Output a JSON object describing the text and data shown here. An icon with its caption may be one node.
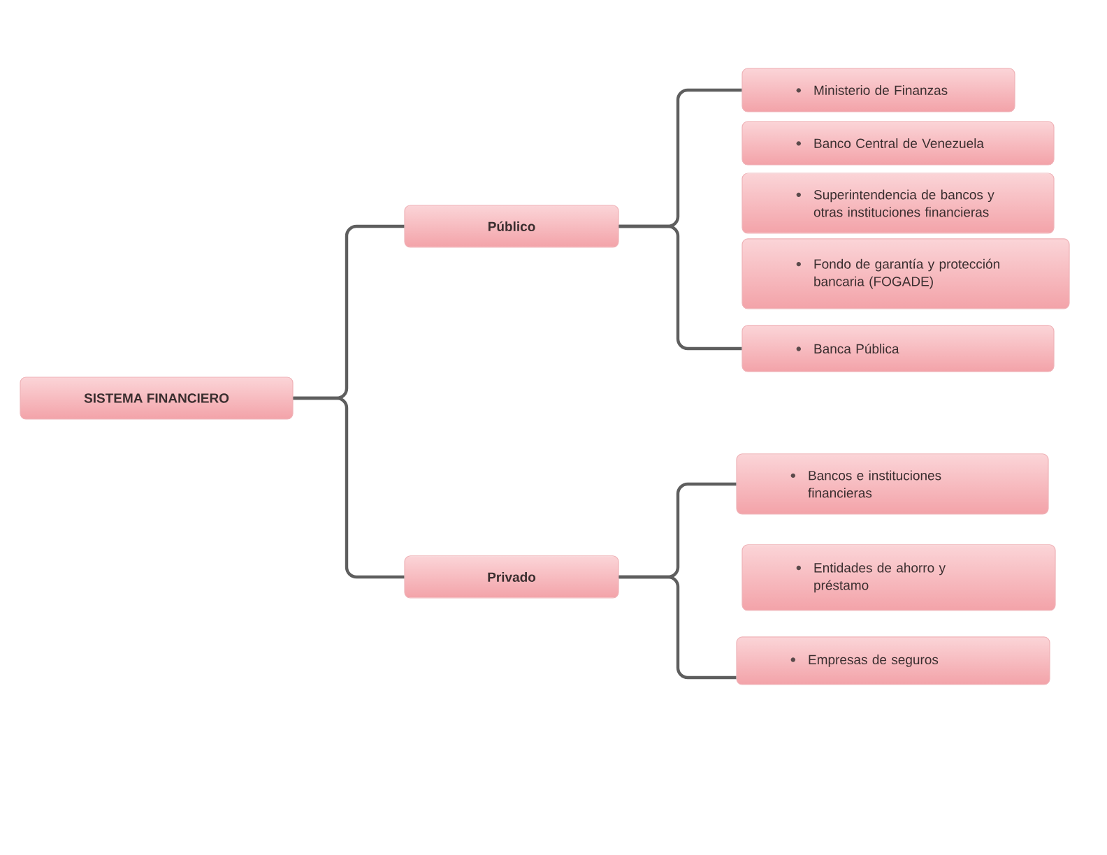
{
  "diagram": {
    "nodes": [
      {
        "text": [
          "SISTEMA FINANCIERO"
        ]
      },
      {
        "text": [
          "Público"
        ]
      },
      {
        "text": [
          "Privado"
        ]
      },
      {
        "text": [
          "Ministerio de Finanzas"
        ]
      },
      {
        "text": [
          "Banco Central de Venezuela"
        ]
      },
      {
        "text": [
          "Superintendencia de bancos y otras instituciones financieras"
        ]
      },
      {
        "text": [
          "Fondo de garantía y protección bancaria (FOGADE)"
        ]
      },
      {
        "text": [
          "Banca Pública"
        ]
      },
      {
        "text": [
          "Bancos e instituciones financieras"
        ]
      },
      {
        "text": [
          "Entidades de ahorro y préstamo"
        ]
      },
      {
        "text": [
          "Empresas de seguros"
        ]
      }
    ],
    "edges": [
      {
        "from": 0,
        "to": 1,
        "arrow": "none"
      },
      {
        "from": 0,
        "to": 2,
        "arrow": "none"
      },
      {
        "from": 1,
        "to": 3,
        "arrow": "none"
      },
      {
        "from": 1,
        "to": 7,
        "arrow": "none"
      },
      {
        "from": 2,
        "to": 8,
        "arrow": "none"
      },
      {
        "from": 2,
        "to": 10,
        "arrow": "none"
      }
    ]
  }
}
